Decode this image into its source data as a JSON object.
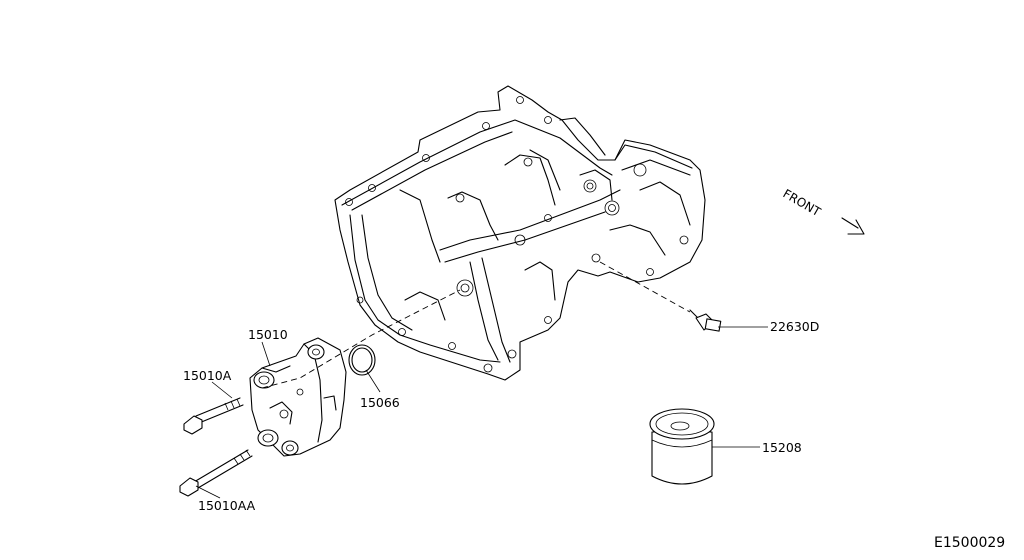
{
  "diagram": {
    "direction_label": "FRONT",
    "figure_code": "E1500029",
    "parts": [
      {
        "id": "p-15010",
        "label": "15010"
      },
      {
        "id": "p-15010A",
        "label": "15010A"
      },
      {
        "id": "p-15066",
        "label": "15066"
      },
      {
        "id": "p-22630D",
        "label": "22630D"
      },
      {
        "id": "p-15208",
        "label": "15208"
      },
      {
        "id": "p-15010AA",
        "label": "15010AA"
      }
    ]
  }
}
